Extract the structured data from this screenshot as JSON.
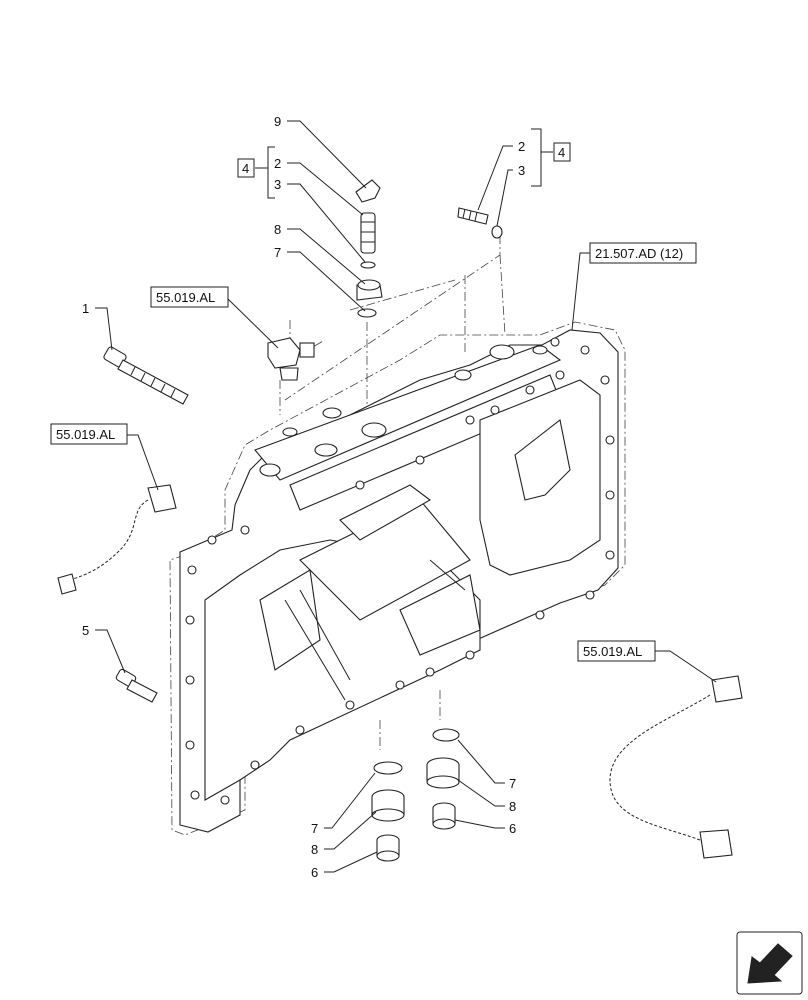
{
  "callouts": {
    "c1": "1",
    "c2a": "2",
    "c3a": "3",
    "c4a": "4",
    "c2b": "2",
    "c3b": "3",
    "c4b": "4",
    "c5": "5",
    "c6a": "6",
    "c6b": "6",
    "c7a": "7",
    "c7b": "7",
    "c7c": "7",
    "c8a": "8",
    "c8b": "8",
    "c8c": "8",
    "c9": "9"
  },
  "references": {
    "ref_sensor_top": "55.019.AL",
    "ref_harness_left": "55.019.AL",
    "ref_harness_right": "55.019.AL",
    "ref_housing": "21.507.AD (12)"
  },
  "icons": {
    "nav": "arrow-orientation-icon"
  }
}
